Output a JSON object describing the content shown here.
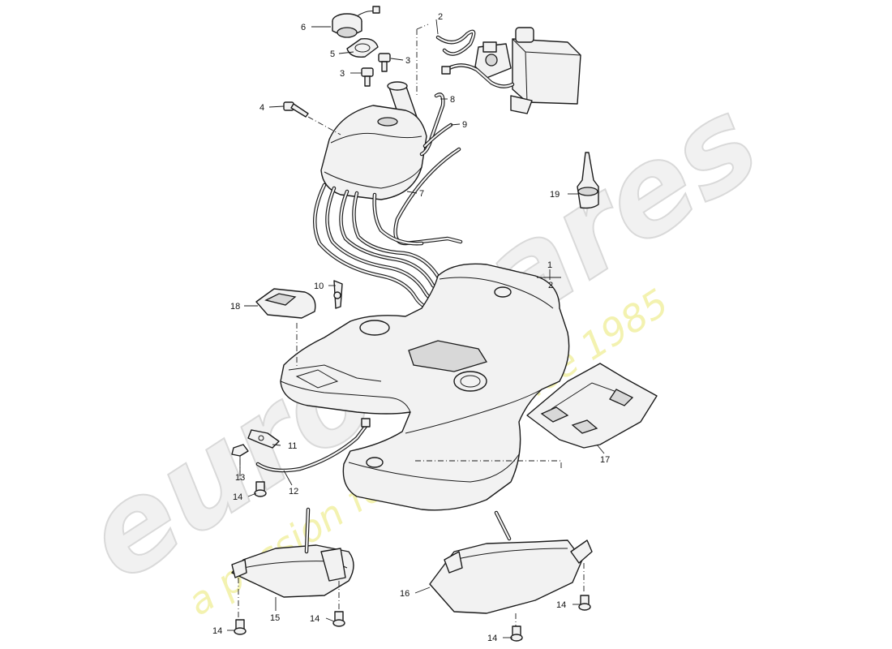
{
  "watermark": {
    "brand": "eurospares",
    "tagline": "a passion for parts since 1985"
  },
  "callouts": {
    "c1": "1",
    "c2": "2",
    "c2b": "2",
    "c3a": "3",
    "c3b": "3",
    "c4": "4",
    "c5": "5",
    "c6": "6",
    "c7": "7",
    "c8": "8",
    "c9": "9",
    "c10": "10",
    "c11": "11",
    "c12": "12",
    "c13": "13",
    "c14a": "14",
    "c14b": "14",
    "c14c": "14",
    "c14d": "14",
    "c14e": "14",
    "c15": "15",
    "c16": "16",
    "c17": "17",
    "c18": "18",
    "c19": "19"
  }
}
